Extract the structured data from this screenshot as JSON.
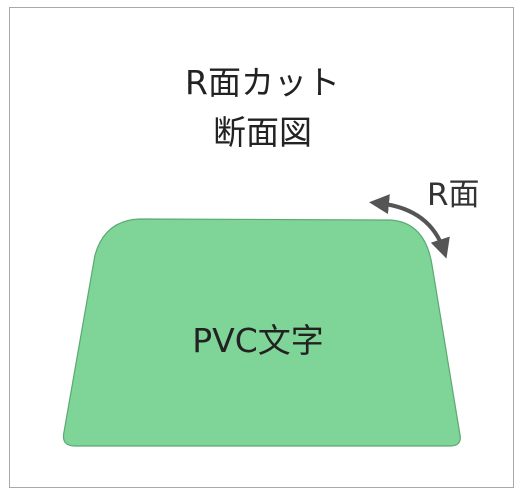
{
  "title": {
    "line1": "R面カット",
    "line2": "断面図"
  },
  "shape": {
    "label": "PVC文字",
    "fill_color": "#7fd597",
    "stroke_color": "#5aa973"
  },
  "annotation": {
    "label": "R面",
    "arrow_color": "#555555",
    "arrow_icon": "curved-double-arrow-icon"
  }
}
